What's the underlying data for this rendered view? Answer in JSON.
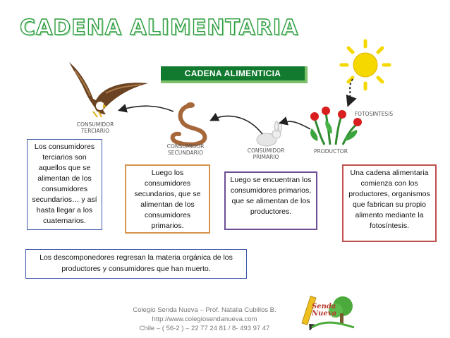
{
  "title": "CADENA ALIMENTARIA",
  "diagram": {
    "banner": "CADENA ALIMENTICIA",
    "labels": {
      "terciario": [
        "CONSUMIDOR",
        "TERCIARIO"
      ],
      "secundario": [
        "CONSUMIDOR",
        "SECUNDARIO"
      ],
      "primario": [
        "CONSUMIDOR",
        "PRIMARIO"
      ],
      "productor": "PRODUCTOR",
      "fotosintesis": "FOTOSINTESIS"
    }
  },
  "boxes": {
    "terciarios": "Los consumidores terciarios son aquellos que se alimentan de los consumidores secundarios… y así hasta llegar a los cuaternarios.",
    "secundarios": "Luego los consumidores secundarios, que se alimentan de los consumidores primarios.",
    "primarios": "Luego se encuentran los consumidores primarios, que se alimentan de los productores.",
    "productor": "Una cadena alimentaria comienza con los productores, organismos que fabrican su propio alimento mediante la fotosíntesis.",
    "descomponedores": "Los descomponedores regresan la materia orgánica de los productores y consumidores que han muerto."
  },
  "footer": {
    "line1": "Colegio Senda Nueva – Prof. Natalia Cubillos B.",
    "line2": "http://www.colegiosendanueva.com",
    "line3": "Chile – ( 56-2 ) – 22 77 24 81 / 8- 493 97 47"
  },
  "logo": {
    "line1": "Senda",
    "line2": "Nueva"
  },
  "colors": {
    "title_green": "#2e9d3f",
    "banner_green": "#127a2e",
    "box_blue": "#3d5aa8",
    "box_orange": "#d8934a",
    "box_purple": "#6d4f93",
    "box_red": "#c0504d",
    "sun_yellow": "#f5d800"
  }
}
